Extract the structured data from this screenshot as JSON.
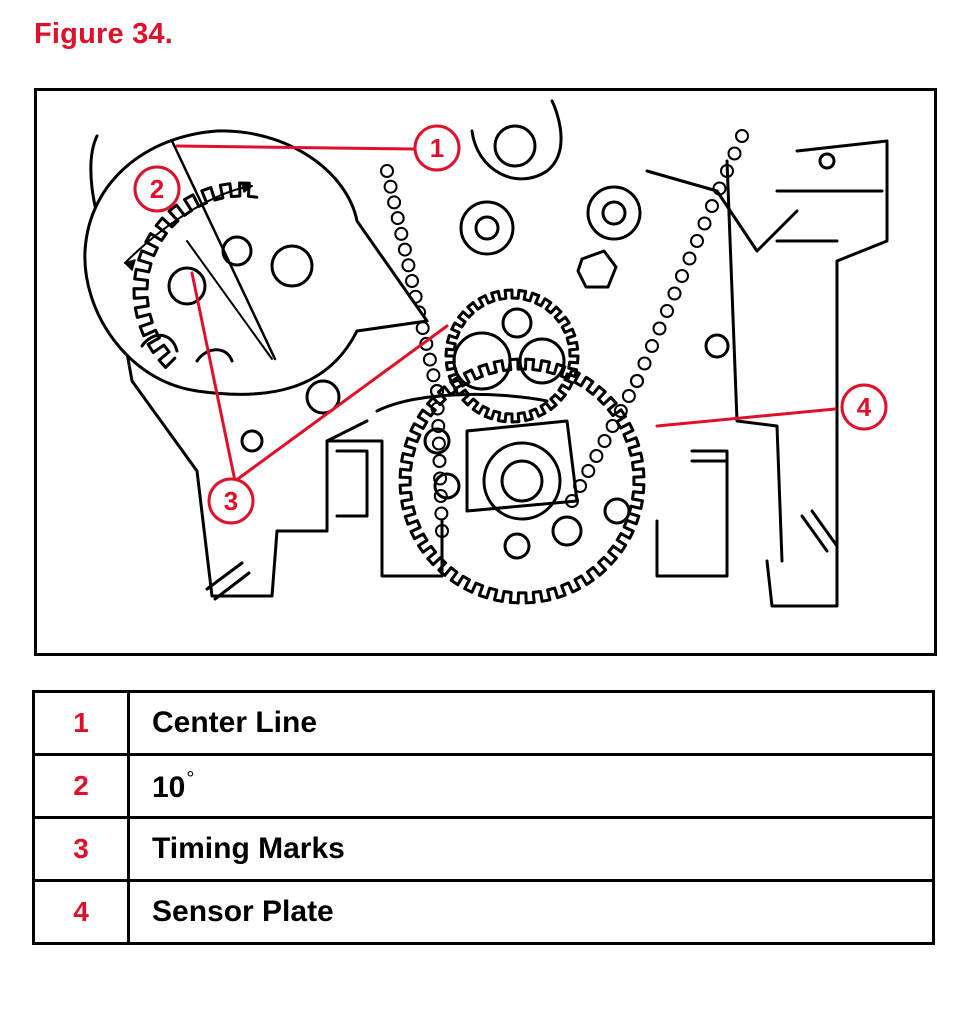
{
  "figure": {
    "title": "Figure 34."
  },
  "callouts": [
    {
      "number": "1"
    },
    {
      "number": "2"
    },
    {
      "number": "3"
    },
    {
      "number": "4"
    }
  ],
  "legend": [
    {
      "number": "1",
      "label": "Center Line"
    },
    {
      "number": "2",
      "label": "10",
      "unit": "°"
    },
    {
      "number": "3",
      "label": "Timing Marks"
    },
    {
      "number": "4",
      "label": "Sensor Plate"
    }
  ],
  "colors": {
    "accent": "#e0102a",
    "line": "#000000",
    "background": "#ffffff"
  }
}
